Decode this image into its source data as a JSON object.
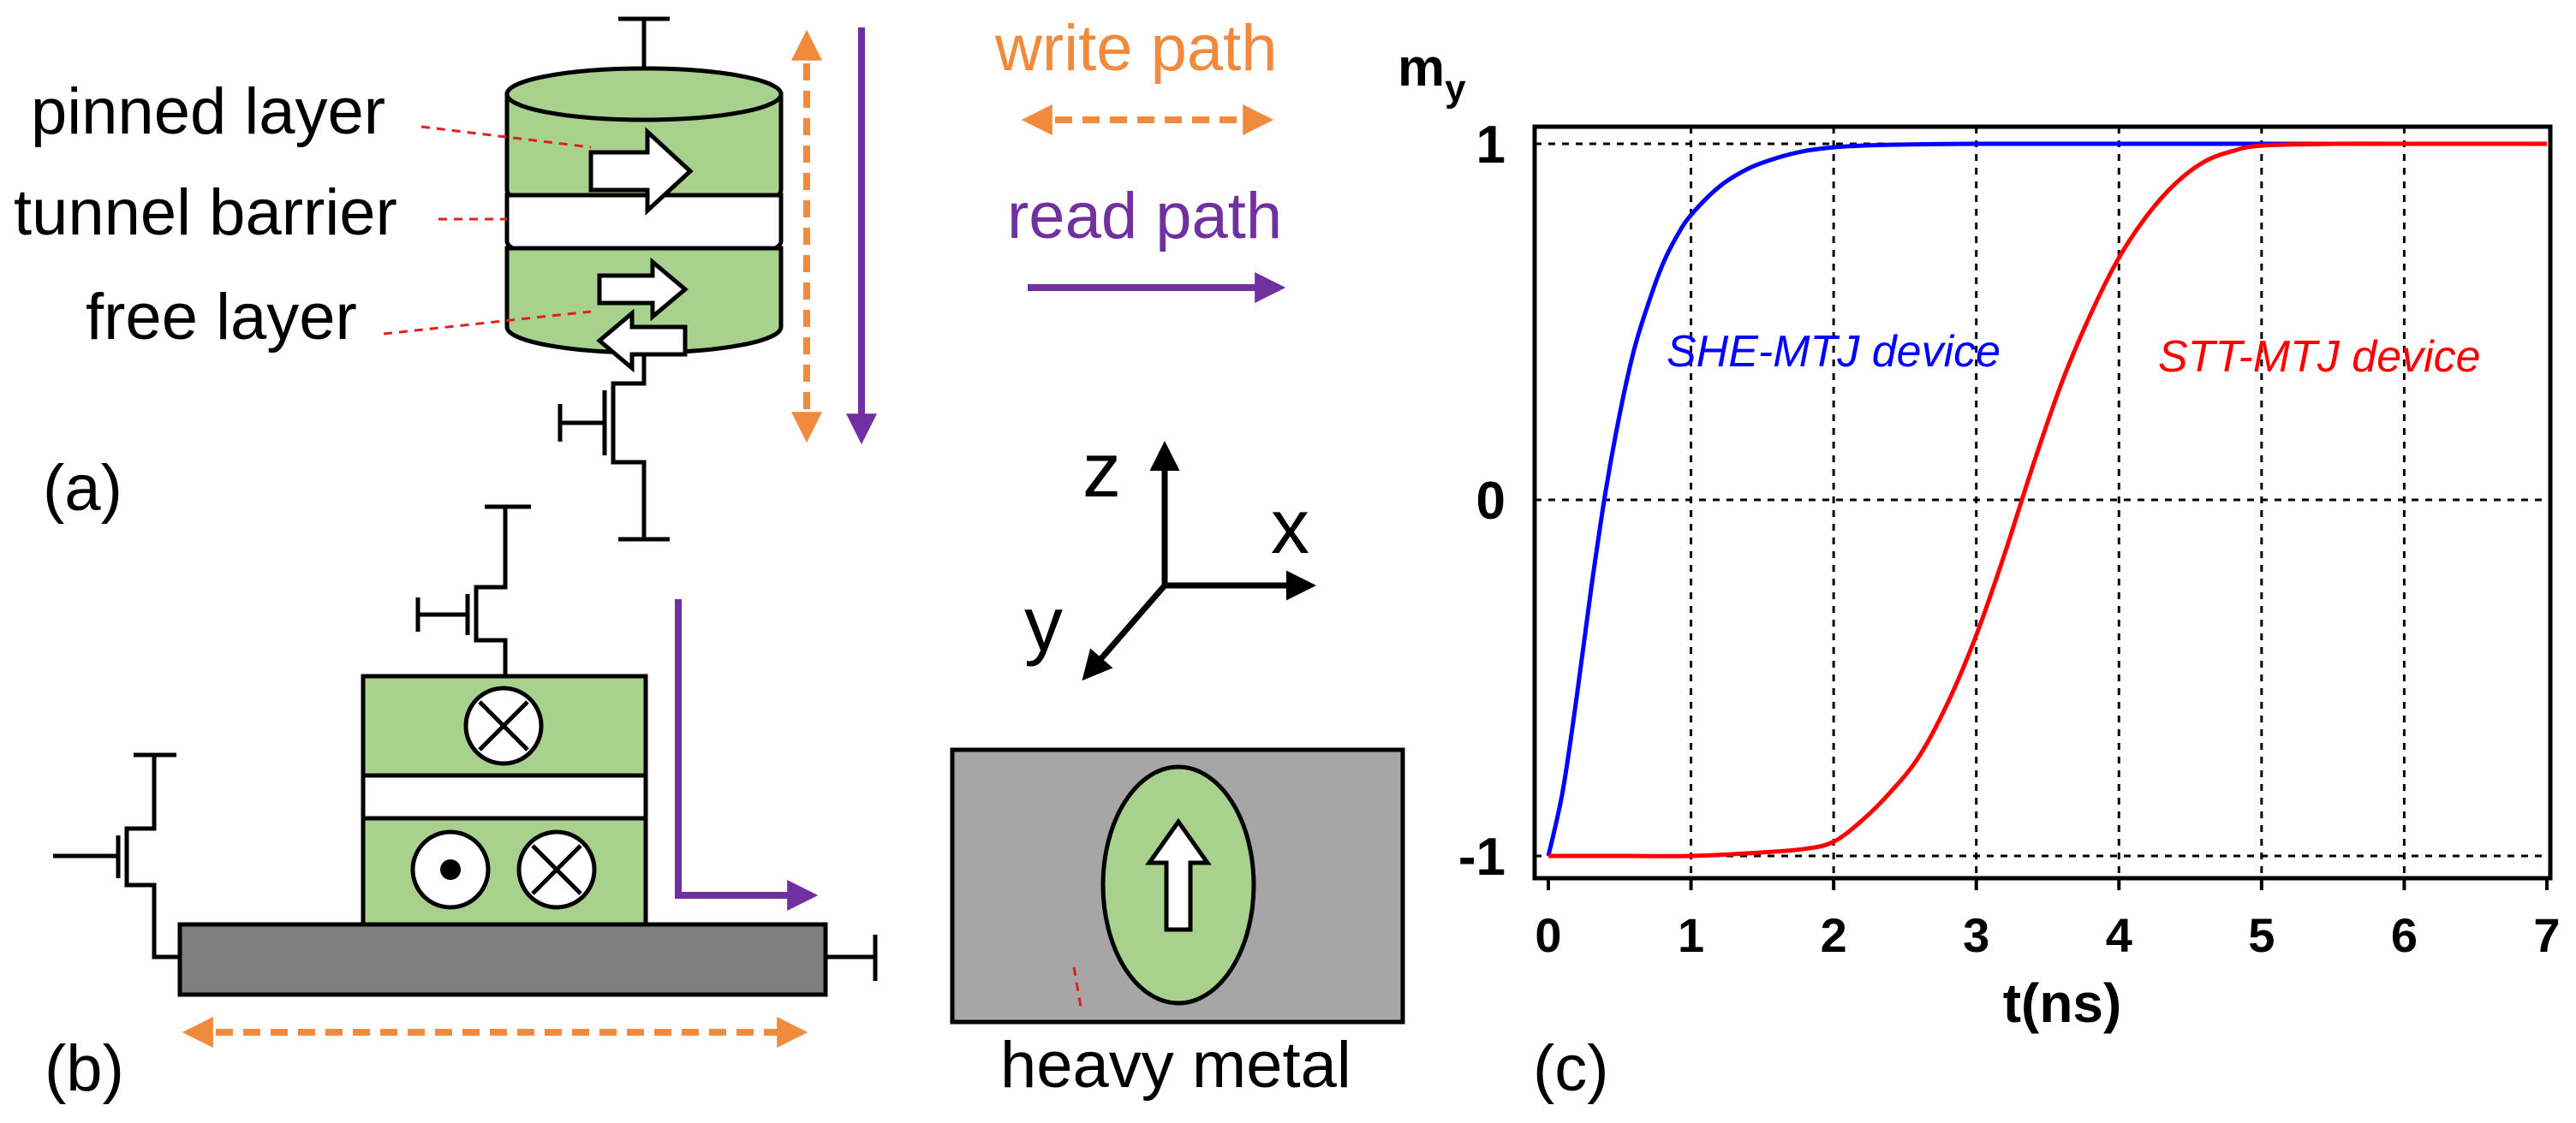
{
  "colors": {
    "write": "#F08A3C",
    "read": "#7030A0",
    "layer_fill": "#A9D18E",
    "heavy_metal_dark": "#7F7F7F",
    "heavy_metal_light": "#A6A6A6",
    "she_curve": "#0000FF",
    "stt_curve": "#FF0000"
  },
  "panel_a": {
    "label": "(a)",
    "pinned_layer": "pinned layer",
    "tunnel_barrier": "tunnel barrier",
    "free_layer": "free layer"
  },
  "legend": {
    "write_path": "write path",
    "read_path": "read path"
  },
  "panel_b": {
    "label": "(b)"
  },
  "axes_3d": {
    "x": "x",
    "y": "y",
    "z": "z"
  },
  "heavy_metal": {
    "label": "heavy metal"
  },
  "panel_c": {
    "label": "(c)"
  },
  "chart_data": {
    "type": "line",
    "xlabel": "t(ns)",
    "ylabel": "m",
    "ylabel_sub": "y",
    "xlim": [
      0,
      7
    ],
    "ylim": [
      -1,
      1
    ],
    "xticks": [
      "0",
      "1",
      "2",
      "3",
      "4",
      "5",
      "6",
      "7"
    ],
    "yticks": [
      "-1",
      "0",
      "1"
    ],
    "grid": true,
    "series": [
      {
        "name": "SHE-MTJ device",
        "x": [
          0,
          0.1,
          0.2,
          0.3,
          0.4,
          0.5,
          0.6,
          0.7,
          0.8,
          0.9,
          1.0,
          1.2,
          1.4,
          1.6,
          1.8,
          2.0,
          2.2,
          2.5,
          3.0,
          4.0,
          5.0,
          6.0,
          7.0
        ],
        "y": [
          -1.0,
          -0.82,
          -0.55,
          -0.25,
          0.02,
          0.24,
          0.42,
          0.55,
          0.66,
          0.74,
          0.8,
          0.88,
          0.93,
          0.96,
          0.98,
          0.99,
          0.995,
          0.998,
          1.0,
          1.0,
          1.0,
          1.0,
          1.0
        ]
      },
      {
        "name": "STT-MTJ device",
        "x": [
          0,
          0.5,
          1.0,
          1.5,
          1.8,
          2.0,
          2.2,
          2.4,
          2.6,
          2.8,
          3.0,
          3.2,
          3.4,
          3.6,
          3.8,
          4.0,
          4.2,
          4.4,
          4.6,
          4.8,
          5.0,
          5.5,
          6.0,
          7.0
        ],
        "y": [
          -1.0,
          -1.0,
          -1.0,
          -0.99,
          -0.98,
          -0.96,
          -0.9,
          -0.82,
          -0.72,
          -0.57,
          -0.38,
          -0.15,
          0.1,
          0.33,
          0.52,
          0.68,
          0.8,
          0.89,
          0.95,
          0.98,
          0.995,
          1.0,
          1.0,
          1.0
        ]
      }
    ]
  }
}
